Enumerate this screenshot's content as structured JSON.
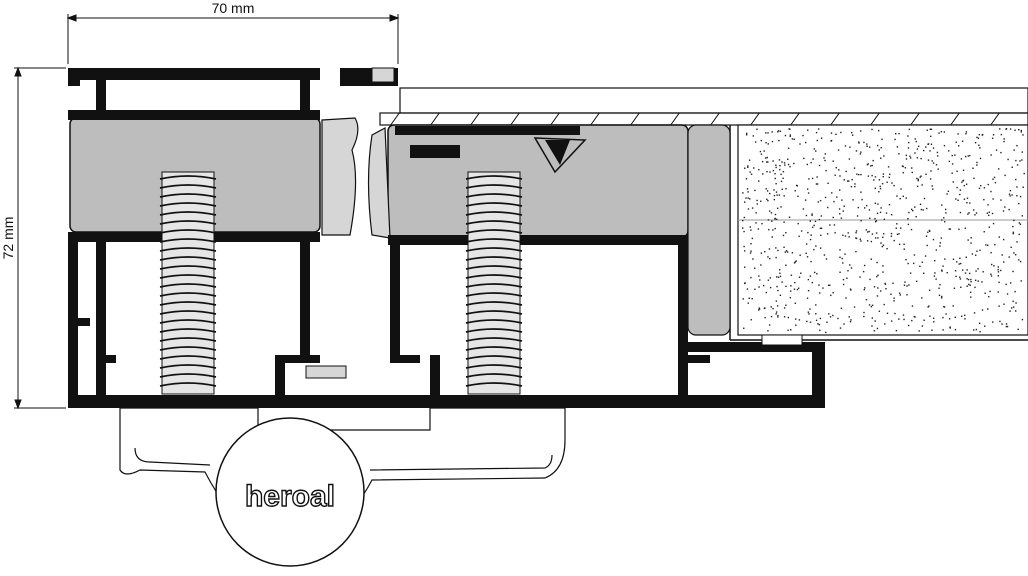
{
  "drawing": {
    "width_dimension": "70 mm",
    "height_dimension": "72 mm",
    "brand_logo": "heroal"
  },
  "colors": {
    "profile": "#111111",
    "insulation": "#bdbdbd",
    "background": "#ffffff"
  }
}
